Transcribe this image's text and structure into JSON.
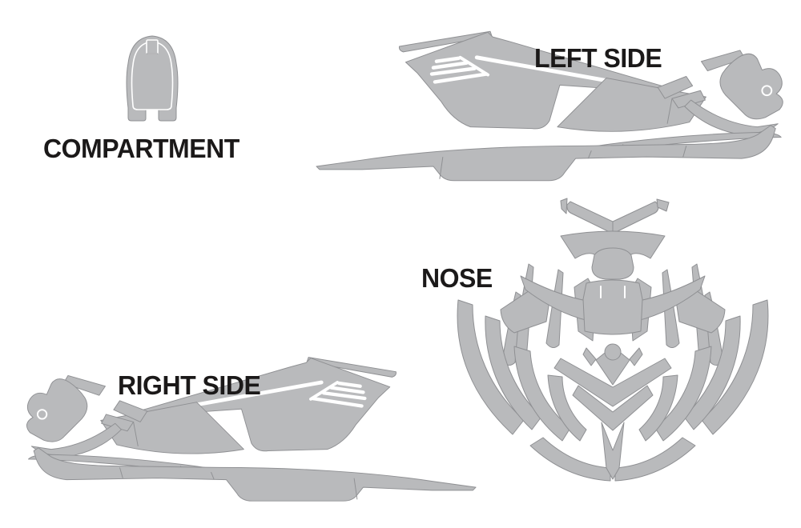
{
  "diagram": {
    "background": "#ffffff",
    "colors": {
      "piece_fill": "#b9babc",
      "piece_outline": "#8f9093",
      "cut_line": "#ffffff",
      "label_color": "#1b1919"
    },
    "sections": [
      {
        "id": "compartment",
        "label": "COMPARTMENT"
      },
      {
        "id": "left-side",
        "label": "LEFT SIDE"
      },
      {
        "id": "nose",
        "label": "NOSE"
      },
      {
        "id": "right-side",
        "label": "RIGHT SIDE"
      }
    ]
  }
}
